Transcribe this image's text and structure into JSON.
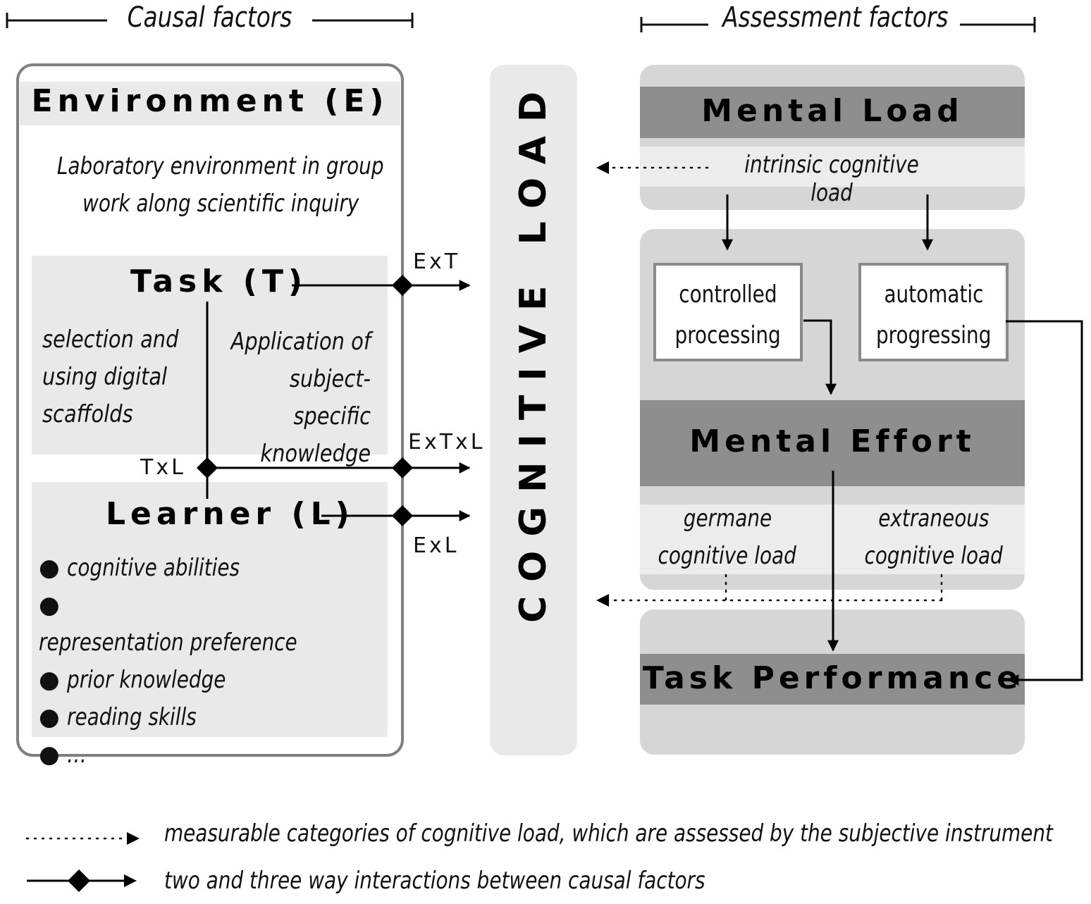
{
  "headers": {
    "causal": "Causal factors",
    "assessment": "Assessment factors"
  },
  "environment": {
    "title": "Environment (E)",
    "line1": "Laboratory environment in group",
    "line2": "work along scientific inquiry"
  },
  "task": {
    "title": "Task (T)",
    "left_lines": [
      "selection and",
      "using digital",
      "scaffolds"
    ],
    "right_lines": [
      "Application of",
      "subject-specific",
      "knowledge"
    ]
  },
  "learner": {
    "title": "Learner (L)",
    "bullets": [
      "cognitive abilities",
      "representation preference",
      "prior knowledge",
      "reading skills",
      "…"
    ]
  },
  "interactions": {
    "ext": "ExT",
    "extxl": "ExTxL",
    "txl": "TxL",
    "exl": "ExL"
  },
  "cognitive_load": "COGNITIVE LOAD",
  "mental_load": {
    "title": "Mental Load",
    "intrinsic": "intrinsic cognitive load"
  },
  "processing": {
    "controlled": [
      "controlled",
      "processing"
    ],
    "automatic": [
      "automatic",
      "progressing"
    ]
  },
  "mental_effort": {
    "title": "Mental Effort",
    "germane": [
      "germane",
      "cognitive load"
    ],
    "extraneous": [
      "extraneous",
      "cognitive load"
    ]
  },
  "task_performance": {
    "title": "Task Performance"
  },
  "legend": {
    "dotted": "measurable categories of cognitive load, which are assessed by the subjective instrument",
    "solid": "two and three way interactions between causal factors"
  }
}
